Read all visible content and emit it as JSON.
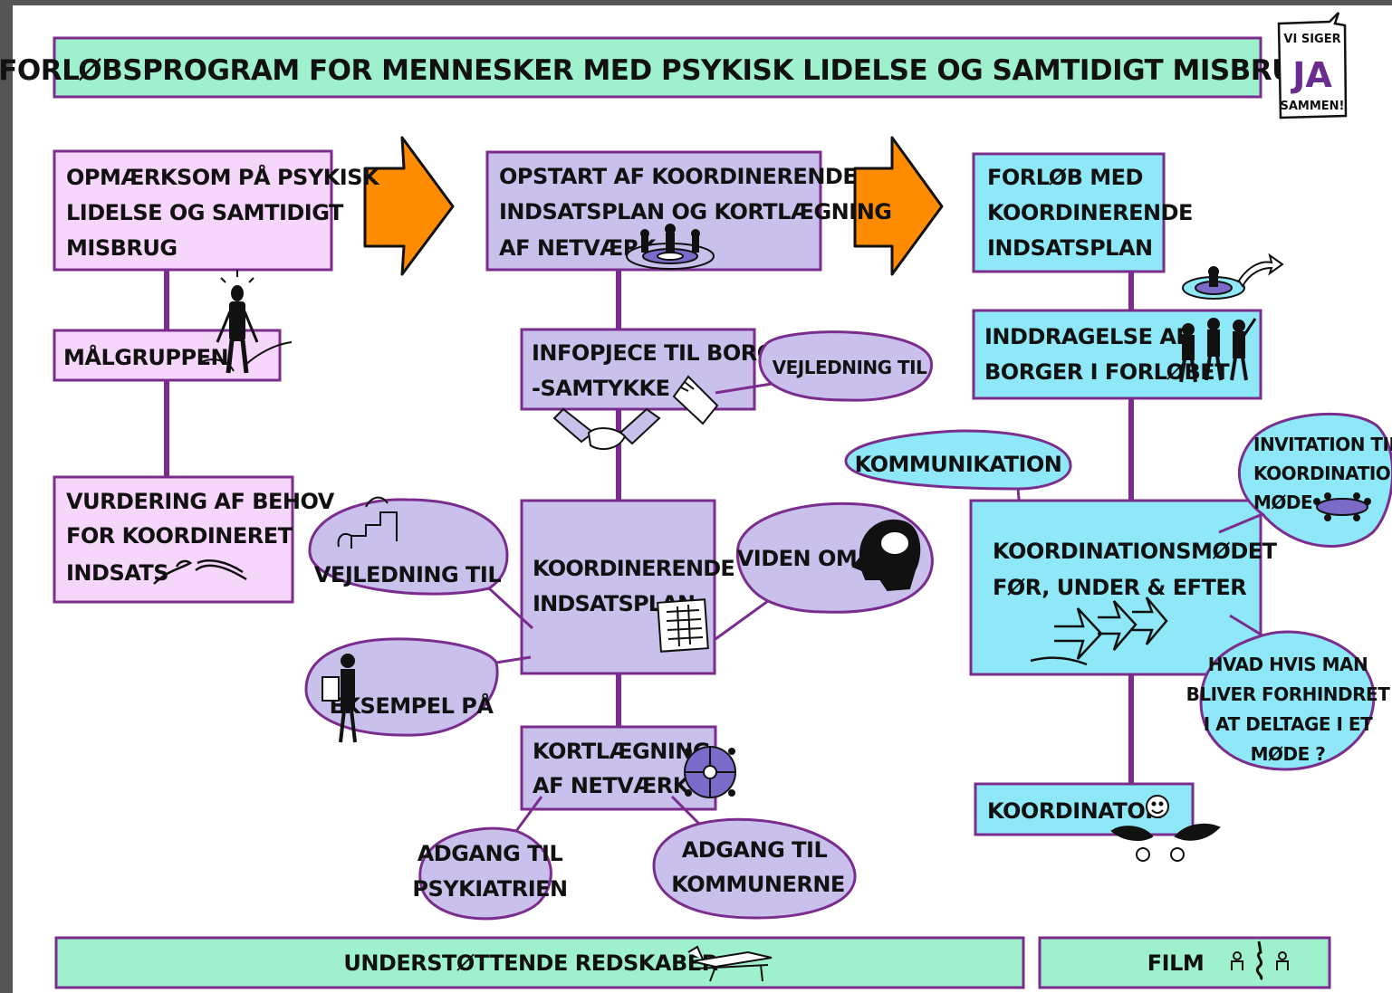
{
  "colors": {
    "green_fill": "#9ff0cc",
    "pink_fill": "#f6d6fa",
    "lavender_fill": "#c9c0ec",
    "cyan_fill": "#8ee8f7",
    "purple_stroke": "#7b2d8e",
    "arrow_orange": "#ff8c00"
  },
  "title": "FORLØBSPROGRAM FOR MENNESKER MED PSYKISK LIDELSE OG SAMTIDIGT MISBRUG",
  "badge": {
    "top": "VI SIGER",
    "middle": "JA",
    "bottom": "SAMMEN!"
  },
  "column1": {
    "header": [
      "OPMÆRKSOM PÅ PSYKISK",
      "LIDELSE OG SAMTIDIGT",
      "MISBRUG"
    ],
    "target_group": "MÅLGRUPPEN",
    "assessment": [
      "VURDERING AF BEHOV",
      "FOR KOORDINERET",
      "INDSATS"
    ]
  },
  "column2": {
    "header": [
      "OPSTART AF KOORDINERENDE",
      "INDSATSPLAN OG KORTLÆGNING",
      "AF NETVÆRK"
    ],
    "info_piece": [
      "INFOPJECE TIL BORGER",
      "-SAMTYKKE"
    ],
    "bubble_guidance_right": "VEJLEDNING TIL",
    "central": [
      "KOORDINERENDE",
      "INDSATSPLAN"
    ],
    "bubble_guidance_left": "VEJLEDNING TIL",
    "bubble_knowledge": "VIDEN OM",
    "bubble_example": "EKSEMPEL PÅ",
    "network_mapping": [
      "KORTLÆGNING",
      "AF NETVÆRK"
    ],
    "bubble_psychiatry": [
      "ADGANG TIL",
      "PSYKIATRIEN"
    ],
    "bubble_municipalities": [
      "ADGANG TIL",
      "KOMMUNERNE"
    ]
  },
  "column3": {
    "header": [
      "FORLØB MED",
      "KOORDINERENDE",
      "INDSATSPLAN"
    ],
    "involvement": [
      "INDDRAGELSE AF",
      "BORGER I FORLØBET"
    ],
    "bubble_communication": "KOMMUNIKATION",
    "bubble_invitation": [
      "INVITATION TIL",
      "KOORDINATIONS-",
      "MØDE"
    ],
    "meeting": [
      "KOORDINATIONSMØDET",
      "FØR, UNDER & EFTER"
    ],
    "bubble_prevented": [
      "HVAD HVIS MAN",
      "BLIVER FORHINDRET",
      "I AT DELTAGE I ET",
      "MØDE ?"
    ],
    "coordinator": "KOORDINATOR"
  },
  "footer": {
    "tools": "UNDERSTØTTENDE REDSKABER",
    "film": "FILM"
  },
  "icons": [
    "person-alert-icon",
    "handshake-puzzle-icon",
    "group-target-icon",
    "handshake-icon",
    "brochure-icon",
    "stairs-icon",
    "head-brain-icon",
    "clipboard-icon",
    "person-clipboard-icon",
    "network-globe-icon",
    "target-arrow-icon",
    "people-group-icon",
    "meeting-table-icon",
    "forward-arrows-icon",
    "smiley-hands-icon",
    "bench-icon",
    "film-people-icon"
  ]
}
